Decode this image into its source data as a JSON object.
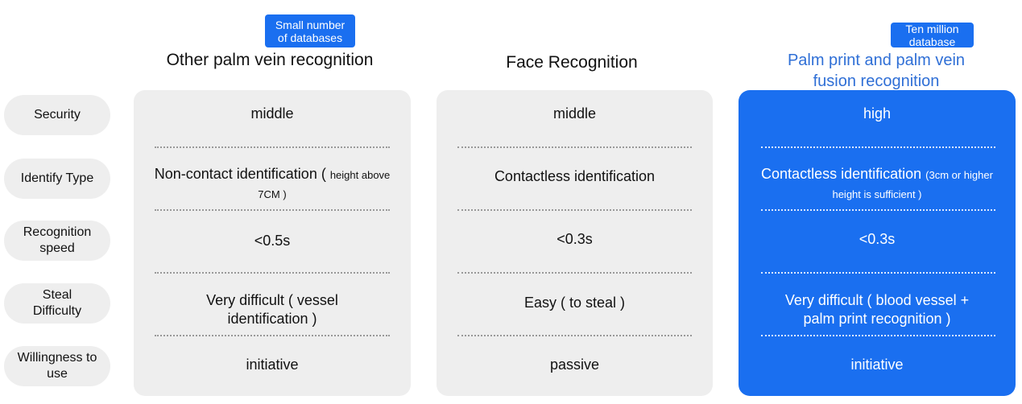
{
  "rows": [
    {
      "label": "Security"
    },
    {
      "label": "Identify Type"
    },
    {
      "label": "Recognition speed"
    },
    {
      "label": "Steal Difficulty"
    },
    {
      "label": "Willingness to use"
    }
  ],
  "columns": [
    {
      "badge": "Small number of databases",
      "title": "Other palm vein recognition",
      "cells": [
        {
          "main": "middle",
          "small": ""
        },
        {
          "main": "Non-contact identification ( ",
          "small": "height above 7CM )"
        },
        {
          "main": "<0.5s",
          "small": ""
        },
        {
          "main": "Very difficult ( vessel identification )",
          "small": ""
        },
        {
          "main": "initiative",
          "small": ""
        }
      ]
    },
    {
      "badge": "",
      "title": "Face Recognition",
      "cells": [
        {
          "main": "middle",
          "small": ""
        },
        {
          "main": "Contactless identification",
          "small": ""
        },
        {
          "main": "<0.3s",
          "small": ""
        },
        {
          "main": "Easy ( to steal )",
          "small": ""
        },
        {
          "main": "passive",
          "small": ""
        }
      ]
    },
    {
      "badge": "Ten million database",
      "title": "Palm print and palm vein fusion recognition",
      "cells": [
        {
          "main": "high",
          "small": ""
        },
        {
          "main": "Contactless identification ",
          "small": "(3cm or higher height is sufficient )"
        },
        {
          "main": "<0.3s",
          "small": ""
        },
        {
          "main": "Very difficult ( blood vessel + palm print recognition )",
          "small": ""
        },
        {
          "main": "initiative",
          "small": ""
        }
      ]
    }
  ],
  "colors": {
    "accent": "#1a6ff0",
    "panel": "#eeeeee",
    "title_blue": "#2f6fd6"
  }
}
